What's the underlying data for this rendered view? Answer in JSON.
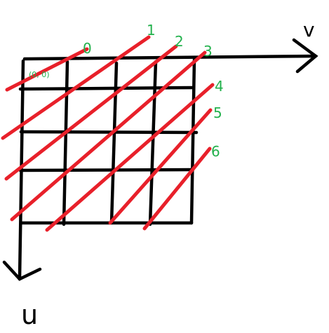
{
  "axes": {
    "v_label": "v",
    "u_label": "u"
  },
  "origin_label": "(0, 0)",
  "diagonal_labels": [
    "0",
    "1",
    "2",
    "3",
    "4",
    "5",
    "6"
  ],
  "colors": {
    "grid": "#000000",
    "diagonal": "#e8202a",
    "annotation": "#22b14c"
  }
}
